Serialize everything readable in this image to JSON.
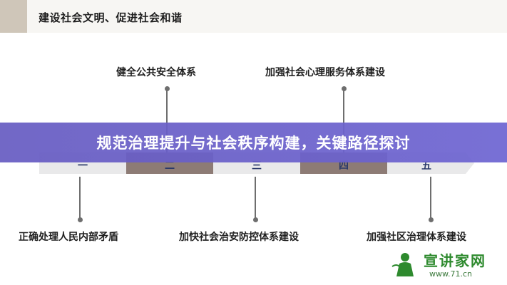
{
  "header": {
    "title": "建设社会文明、促进社会和谐"
  },
  "banner": {
    "title": "规范治理提升与社会秩序构建，关键路径探讨"
  },
  "top_items": [
    {
      "label": "健全公共安全体系"
    },
    {
      "label": "加强社会心理服务体系建设"
    }
  ],
  "bottom_items": [
    {
      "label": "正确处理人民内部矛盾"
    },
    {
      "label": "加快社会治安防控体系建设"
    },
    {
      "label": "加强社区治理体系建设"
    }
  ],
  "timeline": {
    "segments": [
      {
        "number": "一",
        "color": "#e9e9ea"
      },
      {
        "number": "二",
        "color": "#8d7b75"
      },
      {
        "number": "三",
        "color": "#e9e9ea"
      },
      {
        "number": "四",
        "color": "#8d7b75"
      },
      {
        "number": "五",
        "color": "#e9e9ea"
      }
    ]
  },
  "watermark": {
    "brand": "宣讲家网",
    "url": "www.71.cn"
  }
}
